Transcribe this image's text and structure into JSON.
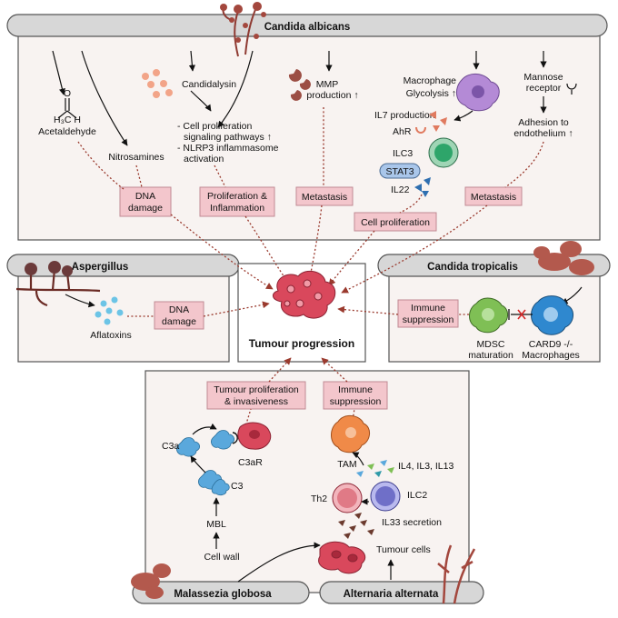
{
  "organisms": {
    "candida_albicans": "Candida albicans",
    "aspergillus": "Aspergillus",
    "candida_tropicalis": "Candida tropicalis",
    "malassezia_globosa": "Malassezia globosa",
    "alternaria_alternata": "Alternaria alternata"
  },
  "center": {
    "label": "Tumour progression"
  },
  "candida_albicans": {
    "acetaldehyde_formula": "H₃C   H",
    "acetaldehyde": "Acetaldehyde",
    "nitrosamines": "Nitrosamines",
    "candidalysin": "Candidalysin",
    "signaling_1": "- Cell proliferation",
    "signaling_2": "signaling pathways ↑",
    "signaling_3": "- NLRP3 inflammasome",
    "signaling_4": "activation",
    "mmp_1": "MMP",
    "mmp_2": "production ↑",
    "macrophage": "Macrophage",
    "glycolysis": "Glycolysis ↑",
    "il7": "IL7 production",
    "ahr": "AhR",
    "ilc3": "ILC3",
    "stat3": "STAT3",
    "il22": "IL22",
    "mannose_1": "Mannose",
    "mannose_2": "receptor",
    "adhesion_1": "Adhesion to",
    "adhesion_2": "endothelium ↑",
    "box_dna_1": "DNA",
    "box_dna_2": "damage",
    "box_prolif_1": "Proliferation &",
    "box_prolif_2": "Inflammation",
    "box_meta_1": "Metastasis",
    "box_cellprolif": "Cell proliferation",
    "box_meta_2": "Metastasis"
  },
  "aspergillus": {
    "aflatoxins": "Aflatoxins",
    "box_dna_1": "DNA",
    "box_dna_2": "damage"
  },
  "candida_tropicalis": {
    "box_immune_1": "Immune",
    "box_immune_2": "suppression",
    "mdsc_1": "MDSC",
    "mdsc_2": "maturation",
    "card9_1": "CARD9 -/-",
    "card9_2": "Macrophages"
  },
  "bottom": {
    "box_tumour_1": "Tumour proliferation",
    "box_tumour_2": "& invasiveness",
    "box_immune_1": "Immune",
    "box_immune_2": "suppression",
    "c3a": "C3a",
    "c3ar": "C3aR",
    "c3": "C3",
    "mbl": "MBL",
    "cell_wall": "Cell wall",
    "tam": "TAM",
    "interleukins": "IL4, IL3, IL13",
    "th2": "Th2",
    "ilc2": "ILC2",
    "il33": "IL33 secretion",
    "tumour_cells": "Tumour cells"
  },
  "colors": {
    "panel_fill": "#f8f3f1",
    "header_fill": "#d7d7d7",
    "effect_box": "#f3c6cc",
    "arrow_dotted": "#9a3a2e",
    "tumour": "#d9485c",
    "fungus": "#a3473d",
    "macrophage": "#b48ad6",
    "ilc3": "#2ea56a",
    "stat3": "#a9c6ea",
    "mdsc": "#7fbf55",
    "card9_macrophage": "#2f88cf",
    "complement": "#5aa8dc",
    "tam": "#f08a48",
    "th2": "#e07a86",
    "ilc2": "#6f6fc8"
  },
  "icons": [
    "fungus-icon",
    "aldehyde-structure-icon",
    "candidalysin-dots-icon",
    "mmp-icon",
    "macrophage-icon",
    "ilc3-cell-icon",
    "mannose-receptor-icon",
    "tumour-cluster-icon",
    "aflatoxin-dots-icon",
    "mdsc-cell-icon",
    "card9-macrophage-icon",
    "complement-protein-icon",
    "tam-cell-icon",
    "th2-cell-icon",
    "ilc2-cell-icon",
    "tumour-cells-icon"
  ]
}
